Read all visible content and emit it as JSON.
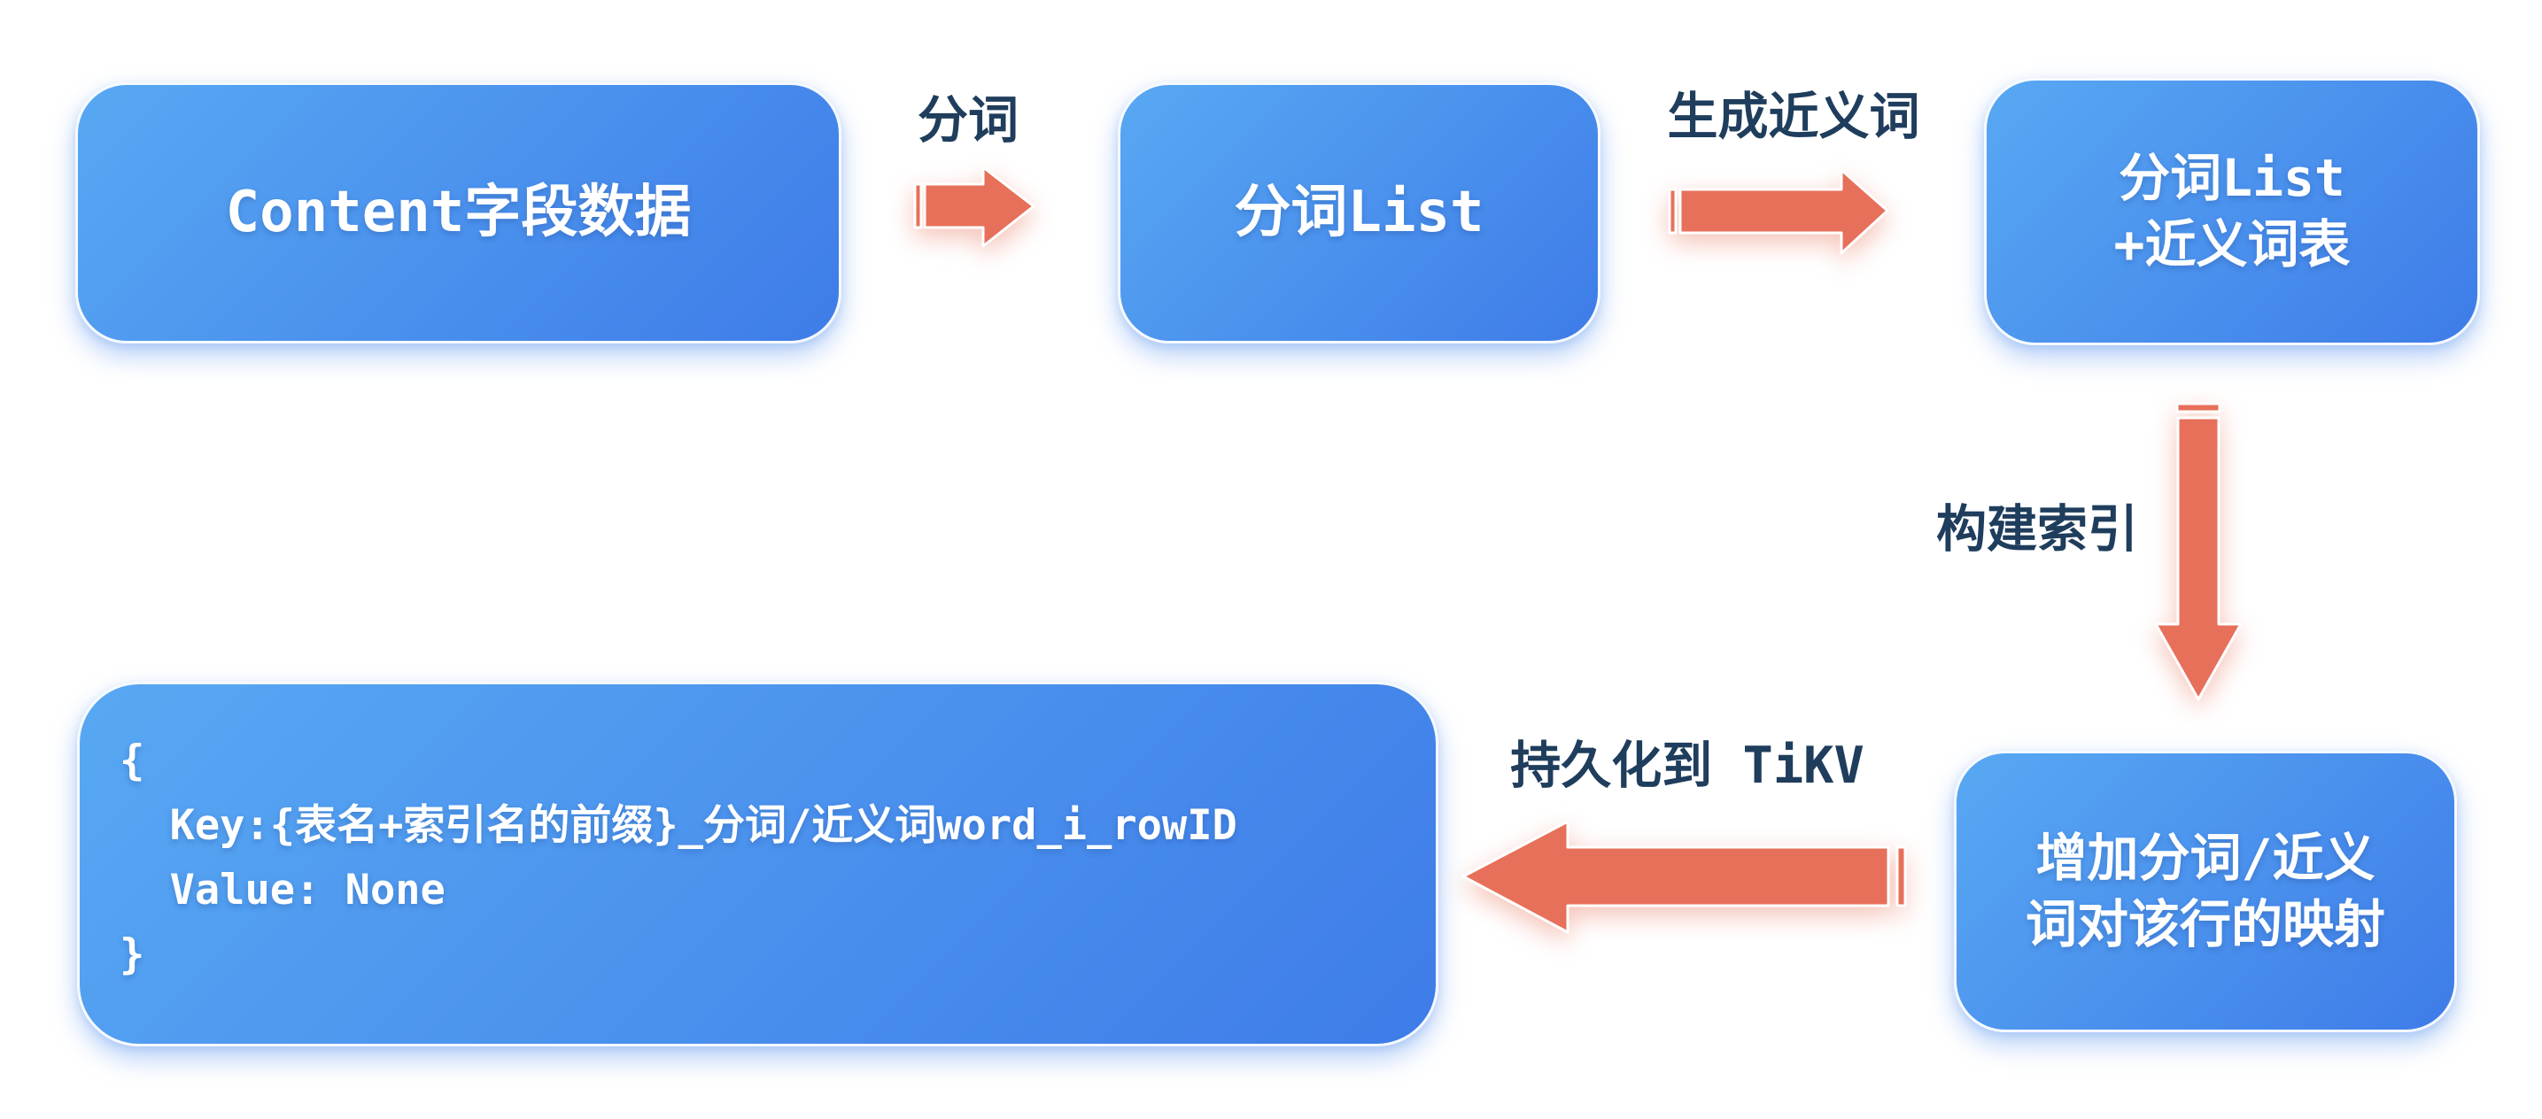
{
  "colors": {
    "box_grad_start": "#58a8f3",
    "box_grad_end": "#3e7ce8",
    "arrow": "#e7705a",
    "label_text": "#1f3d5c",
    "box_text": "#ffffff",
    "background": "#ffffff"
  },
  "nodes": {
    "content_field": {
      "label": "Content字段数据"
    },
    "token_list": {
      "label": "分词List"
    },
    "token_list_synonyms": {
      "lines": [
        "分词List",
        "+近义词表"
      ]
    },
    "add_mapping": {
      "lines": [
        "增加分词/近义",
        "词对该行的映射"
      ]
    },
    "kv_structure": {
      "lines": [
        "{",
        "  Key:{表名+索引名的前缀}_分词/近义词word_i_rowID",
        "  Value: None",
        "}"
      ]
    }
  },
  "edges": {
    "tokenize": {
      "label": "分词"
    },
    "generate_synonyms": {
      "label": "生成近义词"
    },
    "build_index": {
      "label": "构建索引"
    },
    "persist": {
      "label": "持久化到 TiKV"
    }
  }
}
